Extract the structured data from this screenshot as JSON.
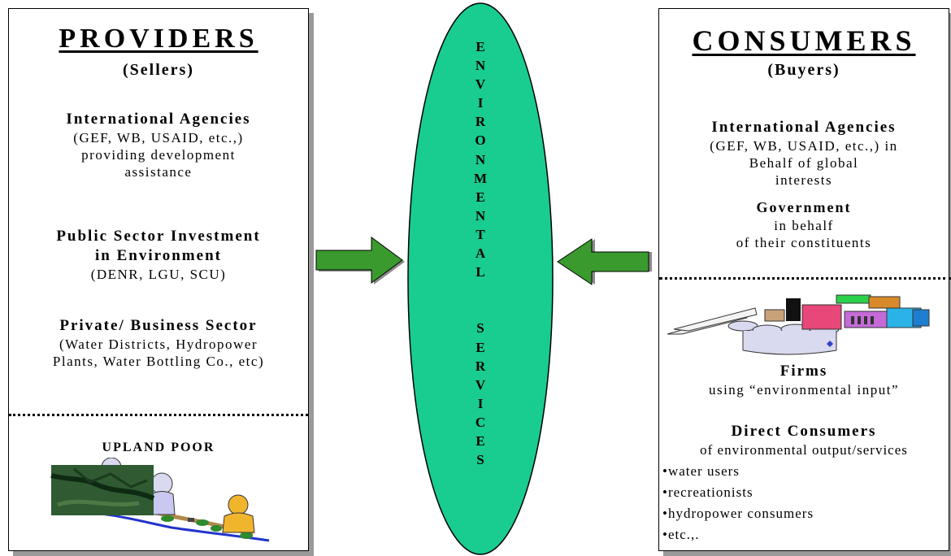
{
  "providers": {
    "title": "PROVIDERS",
    "subtitle": "(Sellers)",
    "intl_head": "International Agencies",
    "intl_lines": [
      "(GEF, WB, USAID, etc.,)",
      "providing development",
      "assistance"
    ],
    "public_head_lines": [
      "Public Sector Investment",
      "in Environment"
    ],
    "public_line": "(DENR, LGU, SCU)",
    "private_head": "Private/ Business Sector",
    "private_lines": [
      "(Water Districts, Hydropower",
      "Plants, Water Bottling Co., etc)"
    ],
    "upland": "UPLAND POOR"
  },
  "center": {
    "letters": [
      "E",
      "N",
      "V",
      "I",
      "R",
      "O",
      "N",
      "M",
      "E",
      "N",
      "T",
      "A",
      "L",
      "",
      "",
      "S",
      "E",
      "R",
      "V",
      "I",
      "C",
      "E",
      "S"
    ],
    "fill_color": "#19cc8f"
  },
  "consumers": {
    "title": "CONSUMERS",
    "subtitle": "(Buyers)",
    "intl_head": "International Agencies",
    "intl_lines": [
      "(GEF, WB, USAID, etc.,) in",
      "Behalf of global",
      "interests"
    ],
    "gov_head": "Government",
    "gov_lines": [
      "in behalf",
      "of their constituents"
    ],
    "firms_head": "Firms",
    "firms_line": "using “environmental input”",
    "direct_head": "Direct Consumers",
    "direct_line": "of environmental output/services",
    "bullets": [
      "water users",
      "recreationists",
      "hydropower consumers",
      "etc.,."
    ]
  },
  "colors": {
    "arrow": "#3a9a2e",
    "arrow_shadow": "#8a8a8a",
    "panel_shadow": "#9a9a9a"
  }
}
